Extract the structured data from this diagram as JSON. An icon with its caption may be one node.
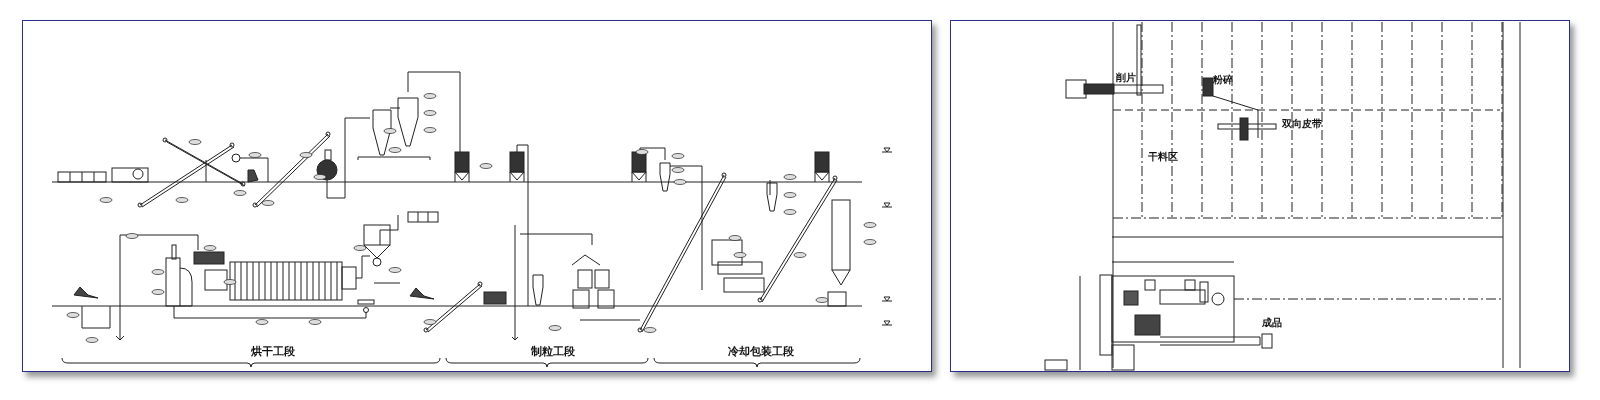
{
  "diagram": {
    "labels": [
      "烘干工段",
      "制粒工段",
      "冷却包装工段",
      "削片",
      "粉碎",
      "双向皮带",
      "干料区",
      "成品"
    ]
  }
}
